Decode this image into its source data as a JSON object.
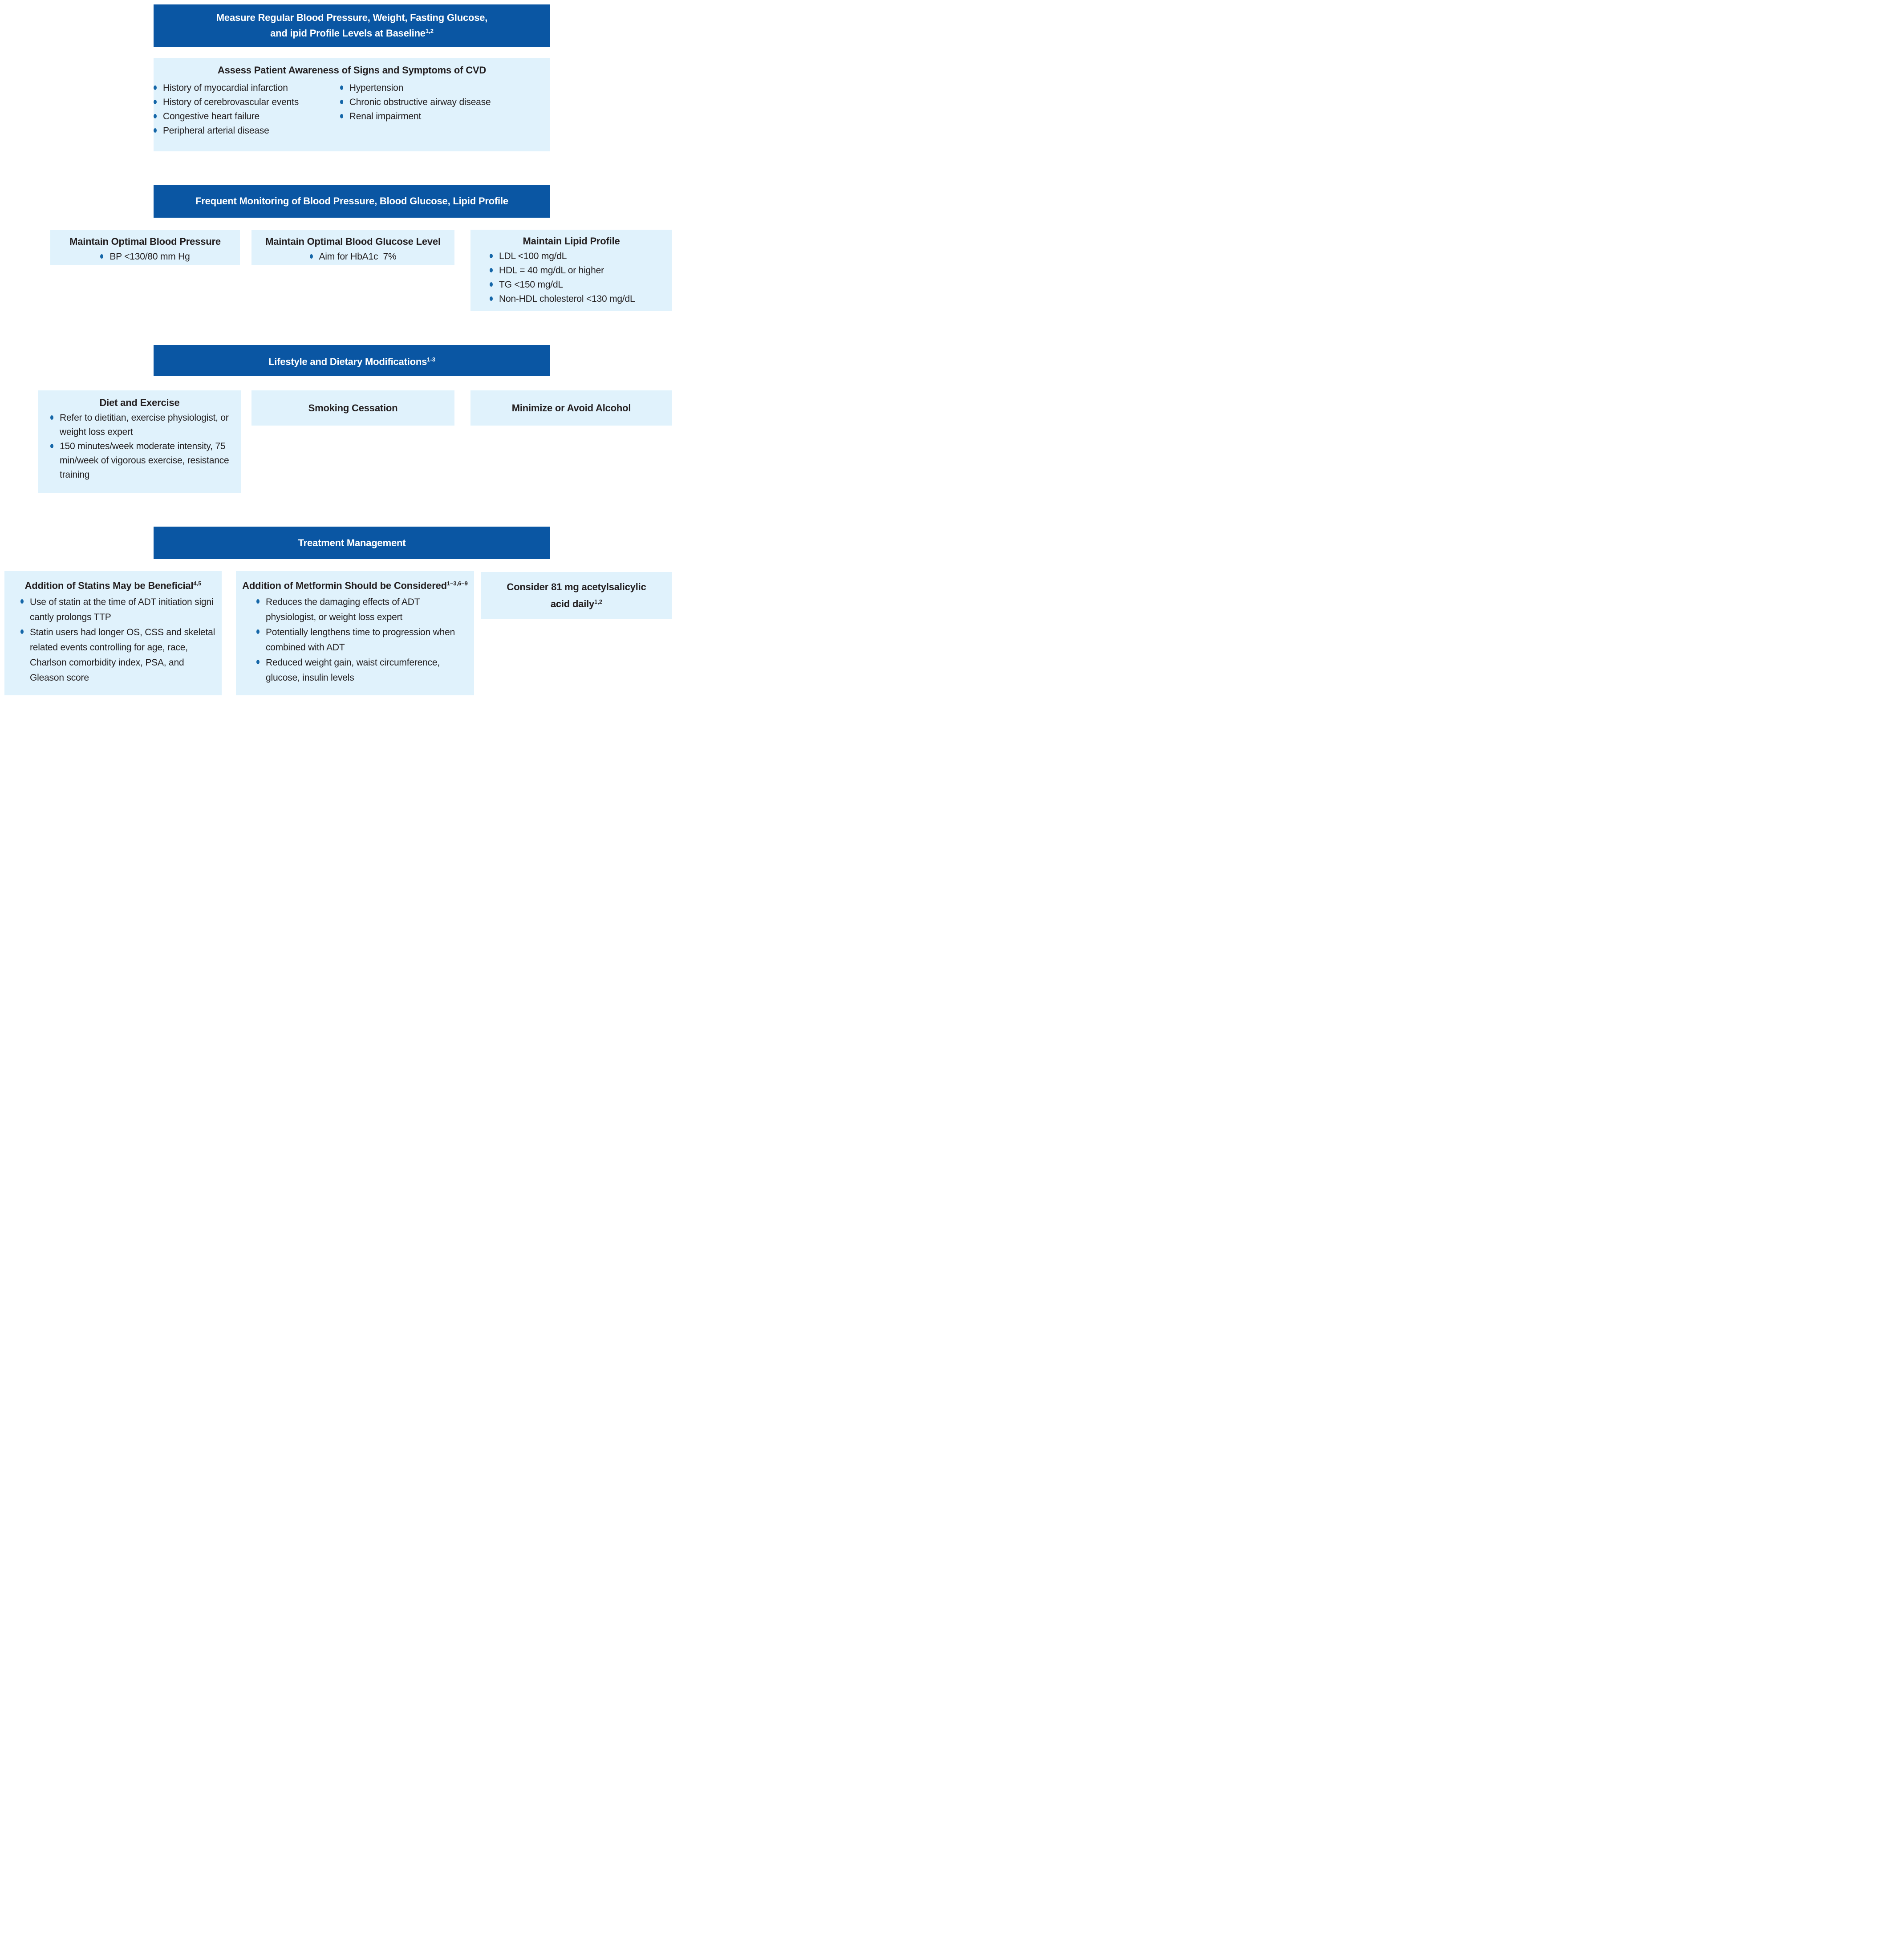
{
  "colors": {
    "bar_bg": "#0A56A3",
    "bar_text": "#FFFFFF",
    "box_bg": "#E0F2FC",
    "text": "#231F20",
    "bullet": "#1466A8",
    "page_bg": "#FFFFFF"
  },
  "sections": {
    "baseline_bar": {
      "line1": "Measure Regular Blood Pressure, Weight, Fasting Glucose,",
      "line2": "and ipid Profile Levels at Baseline",
      "sup": "1,2"
    },
    "assess": {
      "title": "Assess Patient Awareness of Signs and Symptoms of CVD",
      "col1": [
        "History of myocardial infarction",
        "History of cerebrovascular events",
        "Congestive heart failure",
        "Peripheral arterial disease"
      ],
      "col2": [
        "Hypertension",
        "Chronic obstructive airway disease",
        "Renal impairment"
      ]
    },
    "monitoring_bar": {
      "label": "Frequent Monitoring of Blood Pressure, Blood Glucose, Lipid Profile"
    },
    "bp_box": {
      "title": "Maintain Optimal Blood Pressure",
      "bullets": [
        "BP <130/80 mm Hg"
      ]
    },
    "glucose_box": {
      "title": "Maintain Optimal Blood Glucose Level",
      "bullets": [
        "Aim for HbA1c  7%"
      ]
    },
    "lipid_box": {
      "title": "Maintain Lipid Profile",
      "bullets": [
        "LDL <100 mg/dL",
        "HDL = 40 mg/dL or higher",
        "TG <150 mg/dL",
        "Non-HDL cholesterol <130 mg/dL"
      ]
    },
    "lifestyle_bar": {
      "label": "Lifestyle and Dietary Modifications",
      "sup": "1-3"
    },
    "diet_box": {
      "title": "Diet and Exercise",
      "bullets": [
        "Refer to dietitian, exercise physiologist, or weight loss expert",
        "150 minutes/week moderate intensity, 75 min/week of vigorous exercise, resistance training"
      ]
    },
    "smoking_box": {
      "title": "Smoking Cessation"
    },
    "alcohol_box": {
      "title": "Minimize or Avoid Alcohol"
    },
    "treatment_bar": {
      "label": "Treatment Management"
    },
    "statins_box": {
      "title": "Addition of Statins May be Beneficial",
      "sup": "4,5",
      "bullets": [
        "Use of statin at the time of ADT initiation signi cantly prolongs TTP",
        "Statin users had longer OS, CSS and skeletal related events controlling for age, race, Charlson comorbidity index, PSA, and Gleason score"
      ]
    },
    "metformin_box": {
      "title": "Addition of Metformin Should be Considered",
      "sup": "1–3,6–9",
      "bullets": [
        "Reduces the damaging effects of ADT physiologist, or weight loss expert",
        "Potentially lengthens time to progression when combined with ADT",
        "Reduced weight gain, waist circumference, glucose, insulin levels"
      ]
    },
    "aspirin_box": {
      "line1": "Consider 81 mg acetylsalicylic",
      "line2": "acid daily",
      "sup": "1,2"
    }
  }
}
